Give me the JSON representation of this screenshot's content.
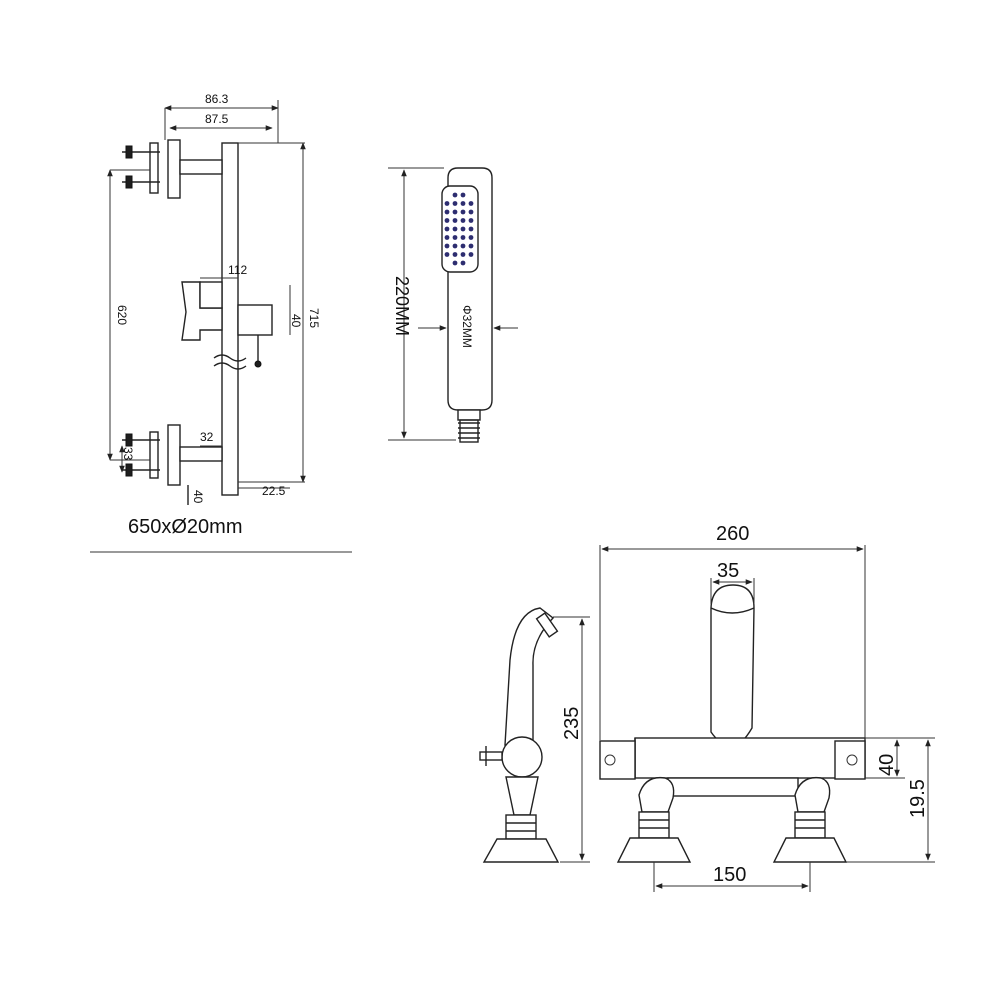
{
  "rail": {
    "dim_86_3": "86.3",
    "dim_87_5": "87.5",
    "dim_112": "112",
    "dim_620": "620",
    "dim_40_holder": "40",
    "dim_715": "715",
    "dim_32": "32",
    "dim_33": "33",
    "dim_40_bottom": "40",
    "dim_22_5": "22.5",
    "caption": "650xØ20mm"
  },
  "handshower": {
    "length": "220MM",
    "diameter": "Φ32MM"
  },
  "mixer": {
    "width": "260",
    "spout": "35",
    "height": "235",
    "body": "40",
    "base": "19.5",
    "centers": "150"
  }
}
